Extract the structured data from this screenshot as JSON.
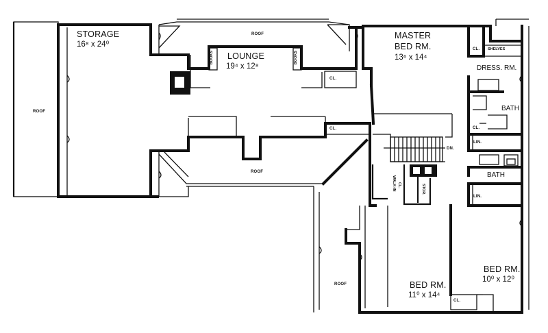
{
  "rooms": {
    "storage": {
      "name": "STORAGE",
      "dims": "16⁸ x 24⁰"
    },
    "lounge": {
      "name": "LOUNGE",
      "dims": "19⁴ x 12⁸"
    },
    "master": {
      "name": "MASTER",
      "name2": "BED RM.",
      "dims": "13⁶ x 14⁴"
    },
    "dress": {
      "name": "DRESS. RM."
    },
    "bath1": {
      "name": "BATH"
    },
    "bath2": {
      "name": "BATH"
    },
    "bed1": {
      "name": "BED RM.",
      "dims": "11⁰ x 14⁴"
    },
    "bed2": {
      "name": "BED RM.",
      "dims": "10⁰ x 12⁰"
    }
  },
  "labels": {
    "roof_left": "ROOF",
    "roof_top": "ROOF",
    "roof_mid": "ROOF",
    "roof_bottom": "ROOF",
    "books_left": "BOOKS",
    "books_right": "BOOKS",
    "cl_lounge": "CL.",
    "cl_hall": "CL.",
    "cl_master": "CL.",
    "shelves": "SHELVES",
    "cl_dress": "CL.",
    "lin_1": "LIN.",
    "lin_2": "LIN.",
    "dn": "DN.",
    "walkin": "WALK-IN",
    "walkin_cl": "CL.",
    "stor": "STOR.",
    "cl_bed": "CL."
  }
}
